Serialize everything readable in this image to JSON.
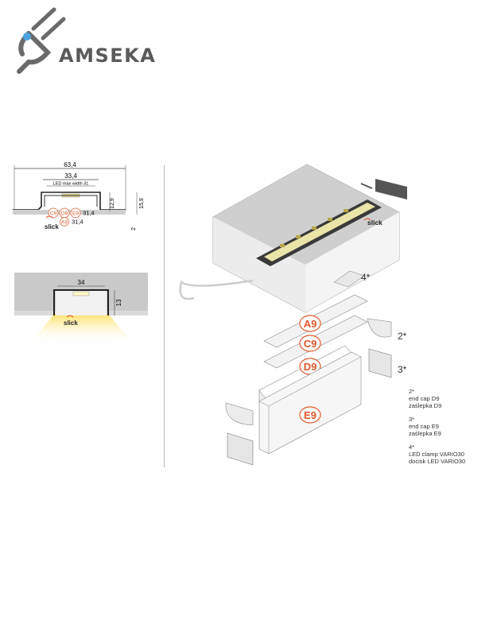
{
  "brand": {
    "name": "AMSEKA",
    "logo": "plug-icon",
    "accent": "#4aa3df"
  },
  "colors": {
    "orange": "#e0562a",
    "gray": "#555555",
    "light": "#b9b9b9"
  },
  "section": {
    "dim_total": "63,4",
    "dim_inner": "33,4",
    "dim_led": "LED max width  31",
    "dim_h1": "12,9",
    "dim_h2": "15,9",
    "dim_depth": "2",
    "c9": "C9",
    "d9": "D9",
    "e9": "E9",
    "a9": "A9",
    "dim_c": "31,4",
    "dim_a": "31,4",
    "slick": "slick"
  },
  "ceiling": {
    "width": "34",
    "height": "13",
    "slick": "slick"
  },
  "exploded": {
    "slick": "slick",
    "a9": "A9",
    "c9": "C9",
    "d9": "D9",
    "e9": "E9",
    "n2": "2*",
    "n3": "3*",
    "n4": "4*"
  },
  "legend": [
    {
      "num": "2*",
      "en": "end cap D9",
      "pl": "zaślepka D9"
    },
    {
      "num": "3*",
      "en": "end cap E9",
      "pl": "zaślepka E9"
    },
    {
      "num": "4*",
      "en": "LED clamp VARIO30",
      "pl": "docisk LED VARIO30"
    }
  ]
}
